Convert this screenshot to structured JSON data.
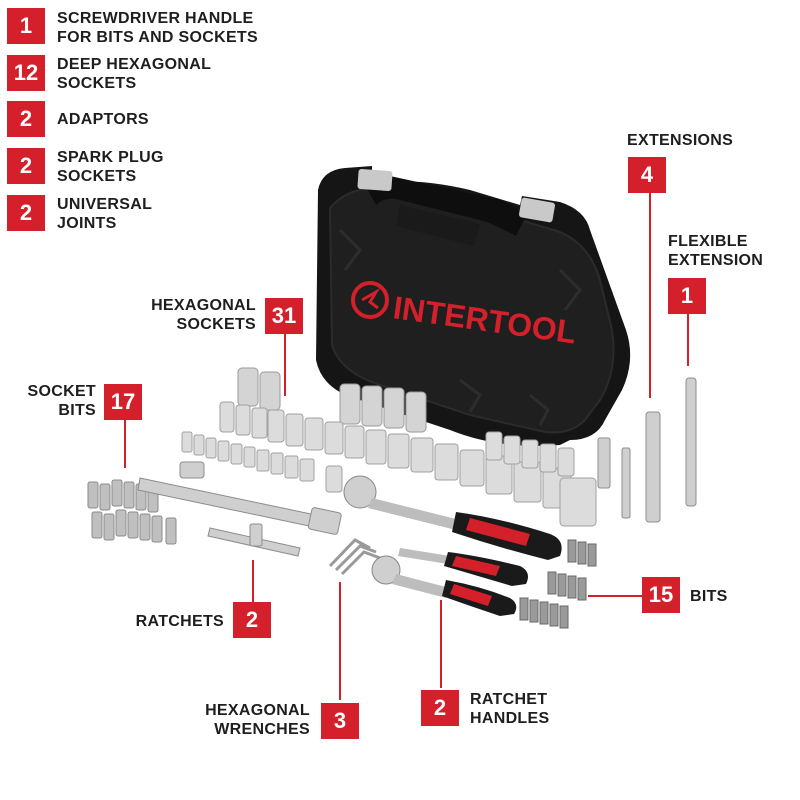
{
  "brand": "INTERTOOL",
  "colors": {
    "accent": "#d3202a",
    "text": "#1e1e1e",
    "case": "#151515"
  },
  "callouts": {
    "screwdriver_handle": {
      "count": "1",
      "line1": "SCREWDRIVER HANDLE",
      "line2": "FOR BITS AND SOCKETS"
    },
    "deep_sockets": {
      "count": "12",
      "line1": "DEEP HEXAGONAL",
      "line2": "SOCKETS"
    },
    "adaptors": {
      "count": "2",
      "line1": "ADAPTORS"
    },
    "spark_plug": {
      "count": "2",
      "line1": "SPARK PLUG",
      "line2": "SOCKETS"
    },
    "universal_joints": {
      "count": "2",
      "line1": "UNIVERSAL",
      "line2": "JOINTS"
    },
    "extensions": {
      "count": "4",
      "line1": "EXTENSIONS"
    },
    "flexible_extension": {
      "count": "1",
      "line1": "FLEXIBLE",
      "line2": "EXTENSION"
    },
    "hex_sockets": {
      "count": "31",
      "line1": "HEXAGONAL",
      "line2": "SOCKETS"
    },
    "socket_bits": {
      "count": "17",
      "line1": "SOCKET",
      "line2": "BITS"
    },
    "bits": {
      "count": "15",
      "line1": "BITS"
    },
    "ratchets": {
      "count": "2",
      "line1": "RATCHETS"
    },
    "hex_wrenches": {
      "count": "3",
      "line1": "HEXAGONAL",
      "line2": "WRENCHES"
    },
    "ratchet_handles": {
      "count": "2",
      "line1": "RATCHET",
      "line2": "HANDLES"
    }
  }
}
